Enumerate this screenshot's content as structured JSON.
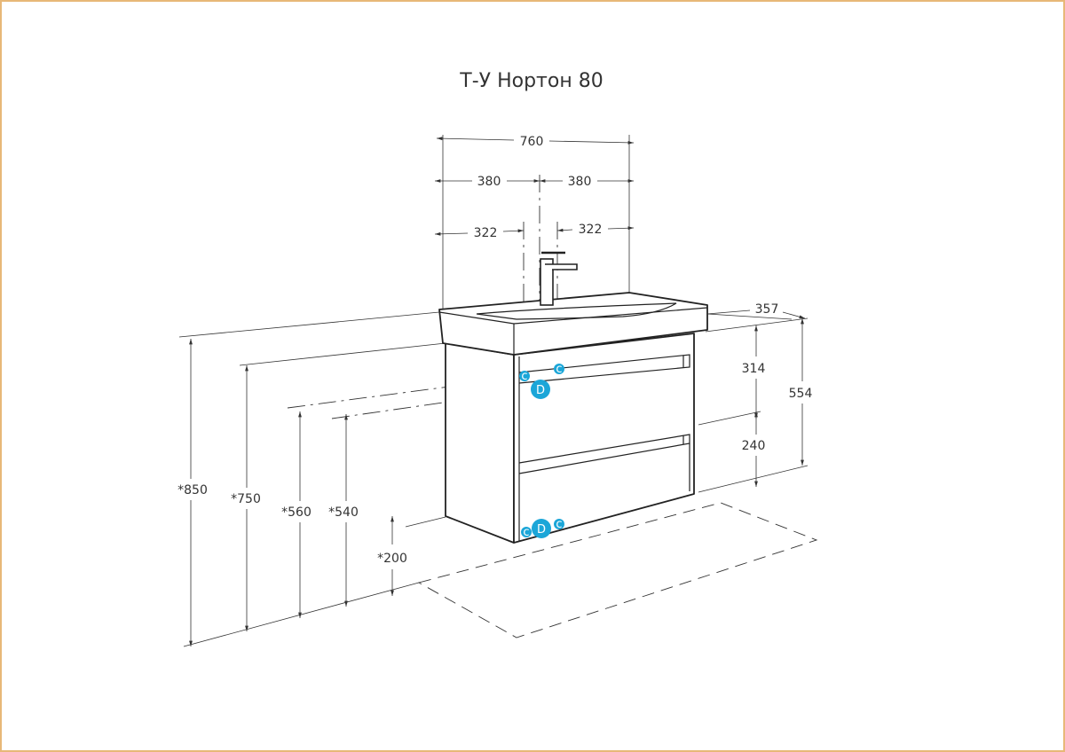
{
  "title": "Т-У Нортон 80",
  "dimensions": {
    "total_width": "760",
    "half_left": "380",
    "half_right": "380",
    "tap_left": "322",
    "tap_right": "322",
    "depth": "357",
    "upper_outlet": "314",
    "cabinet_height": "554",
    "lower_outlet": "240",
    "height_850": "*850",
    "height_750": "*750",
    "height_560": "*560",
    "height_540": "*540",
    "height_200": "*200"
  },
  "markers": {
    "drain": "D",
    "cold": "c"
  },
  "colors": {
    "accent": "#1ba6d8",
    "border": "#e8b878"
  }
}
